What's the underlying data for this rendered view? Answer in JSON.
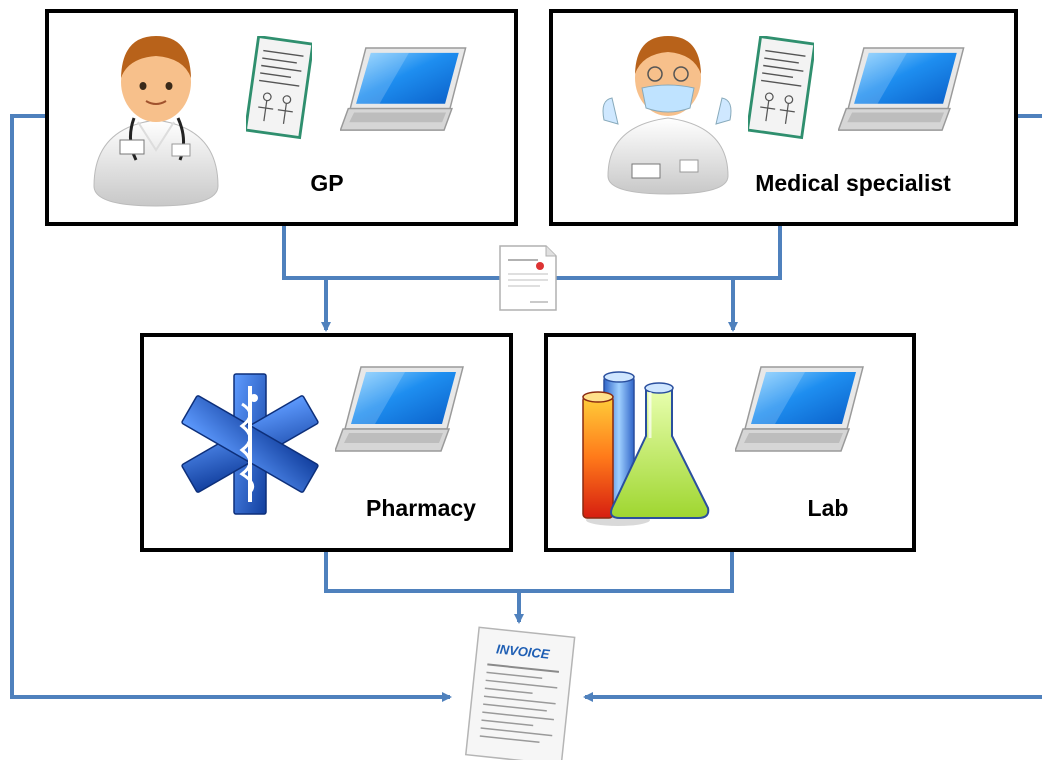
{
  "nodes": {
    "gp": {
      "label": "GP"
    },
    "medical_specialist": {
      "label": "Medical specialist"
    },
    "pharmacy": {
      "label": "Pharmacy"
    },
    "lab": {
      "label": "Lab"
    }
  },
  "invoice": {
    "title": "INVOICE"
  },
  "icons": {
    "gp": [
      "doctor-icon",
      "medical-record-icon",
      "laptop-icon"
    ],
    "medical_specialist": [
      "surgeon-icon",
      "medical-record-icon",
      "laptop-icon"
    ],
    "pharmacy": [
      "star-of-life-icon",
      "laptop-icon"
    ],
    "lab": [
      "lab-flasks-icon",
      "laptop-icon"
    ],
    "shared": [
      "prescription-document-icon",
      "invoice-document-icon"
    ]
  },
  "colors": {
    "connector": "#4f81bd",
    "box_border": "#000000",
    "star_of_life": "#1e5cc6",
    "laptop_screen": "#1e8ef0"
  }
}
